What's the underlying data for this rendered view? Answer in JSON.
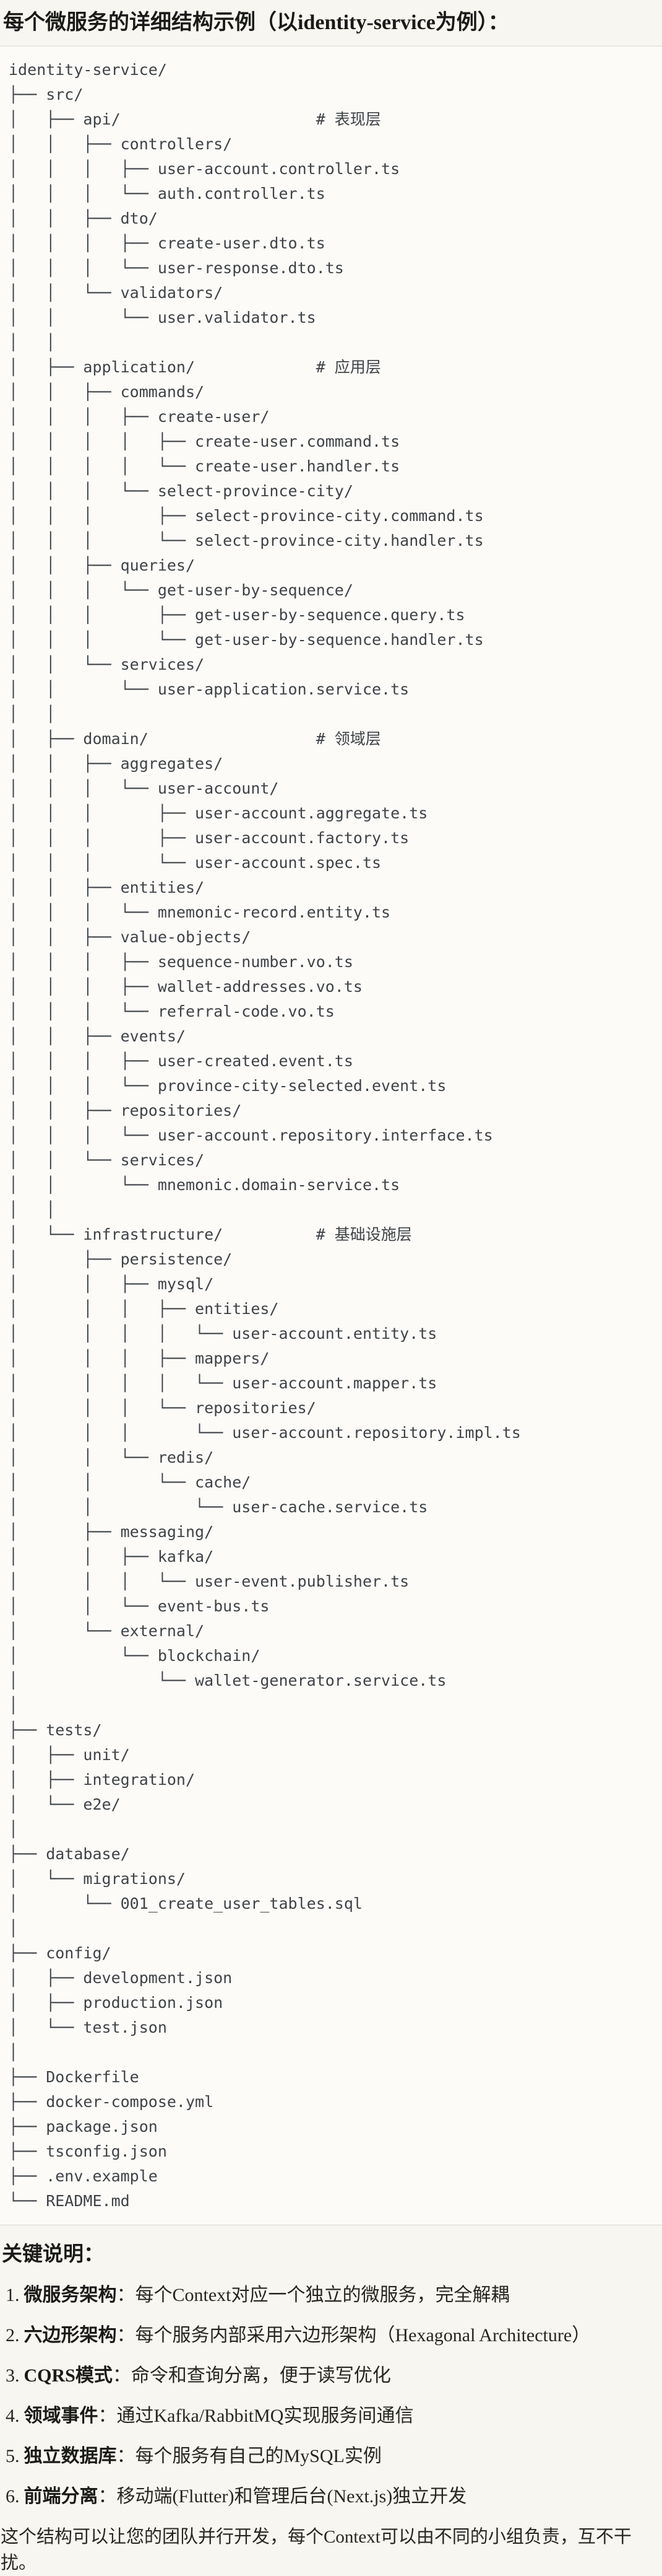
{
  "title": "每个微服务的详细结构示例（以identity-service为例）：",
  "tree": {
    "lines": [
      "identity-service/",
      "├── src/",
      "│   ├── api/                     # 表现层",
      "│   │   ├── controllers/",
      "│   │   │   ├── user-account.controller.ts",
      "│   │   │   └── auth.controller.ts",
      "│   │   ├── dto/",
      "│   │   │   ├── create-user.dto.ts",
      "│   │   │   └── user-response.dto.ts",
      "│   │   └── validators/",
      "│   │       └── user.validator.ts",
      "│   │",
      "│   ├── application/             # 应用层",
      "│   │   ├── commands/",
      "│   │   │   ├── create-user/",
      "│   │   │   │   ├── create-user.command.ts",
      "│   │   │   │   └── create-user.handler.ts",
      "│   │   │   └── select-province-city/",
      "│   │   │       ├── select-province-city.command.ts",
      "│   │   │       └── select-province-city.handler.ts",
      "│   │   ├── queries/",
      "│   │   │   └── get-user-by-sequence/",
      "│   │   │       ├── get-user-by-sequence.query.ts",
      "│   │   │       └── get-user-by-sequence.handler.ts",
      "│   │   └── services/",
      "│   │       └── user-application.service.ts",
      "│   │",
      "│   ├── domain/                  # 领域层",
      "│   │   ├── aggregates/",
      "│   │   │   └── user-account/",
      "│   │   │       ├── user-account.aggregate.ts",
      "│   │   │       ├── user-account.factory.ts",
      "│   │   │       └── user-account.spec.ts",
      "│   │   ├── entities/",
      "│   │   │   └── mnemonic-record.entity.ts",
      "│   │   ├── value-objects/",
      "│   │   │   ├── sequence-number.vo.ts",
      "│   │   │   ├── wallet-addresses.vo.ts",
      "│   │   │   └── referral-code.vo.ts",
      "│   │   ├── events/",
      "│   │   │   ├── user-created.event.ts",
      "│   │   │   └── province-city-selected.event.ts",
      "│   │   ├── repositories/",
      "│   │   │   └── user-account.repository.interface.ts",
      "│   │   └── services/",
      "│   │       └── mnemonic.domain-service.ts",
      "│   │",
      "│   └── infrastructure/          # 基础设施层",
      "│       ├── persistence/",
      "│       │   ├── mysql/",
      "│       │   │   ├── entities/",
      "│       │   │   │   └── user-account.entity.ts",
      "│       │   │   ├── mappers/",
      "│       │   │   │   └── user-account.mapper.ts",
      "│       │   │   └── repositories/",
      "│       │   │       └── user-account.repository.impl.ts",
      "│       │   └── redis/",
      "│       │       └── cache/",
      "│       │           └── user-cache.service.ts",
      "│       ├── messaging/",
      "│       │   ├── kafka/",
      "│       │   │   └── user-event.publisher.ts",
      "│       │   └── event-bus.ts",
      "│       └── external/",
      "│           └── blockchain/",
      "│               └── wallet-generator.service.ts",
      "│",
      "├── tests/",
      "│   ├── unit/",
      "│   ├── integration/",
      "│   └── e2e/",
      "│",
      "├── database/",
      "│   └── migrations/",
      "│       └── 001_create_user_tables.sql",
      "│",
      "├── config/",
      "│   ├── development.json",
      "│   ├── production.json",
      "│   └── test.json",
      "│",
      "├── Dockerfile",
      "├── docker-compose.yml",
      "├── package.json",
      "├── tsconfig.json",
      "├── .env.example",
      "└── README.md"
    ]
  },
  "notes": {
    "heading": "关键说明：",
    "items": [
      {
        "num": "1.",
        "label": "微服务架构",
        "text": "：每个Context对应一个独立的微服务，完全解耦"
      },
      {
        "num": "2.",
        "label": "六边形架构",
        "text": "：每个服务内部采用六边形架构（Hexagonal Architecture）"
      },
      {
        "num": "3.",
        "label": "CQRS模式",
        "text": "：命令和查询分离，便于读写优化"
      },
      {
        "num": "4.",
        "label": "领域事件",
        "text": "：通过Kafka/RabbitMQ实现服务间通信"
      },
      {
        "num": "5.",
        "label": "独立数据库",
        "text": "：每个服务有自己的MySQL实例"
      },
      {
        "num": "6.",
        "label": "前端分离",
        "text": "：移动端(Flutter)和管理后台(Next.js)独立开发"
      }
    ],
    "footer": "这个结构可以让您的团队并行开发，每个Context可以由不同的小组负责，互不干扰。"
  },
  "colors": {
    "page_bg": "#f8f6f0",
    "code_bg": "#fcfbf8",
    "code_border": "#d9d7d2",
    "tree_text": "#3f4347",
    "heading_text": "#1a1a18",
    "body_text": "#262622"
  }
}
